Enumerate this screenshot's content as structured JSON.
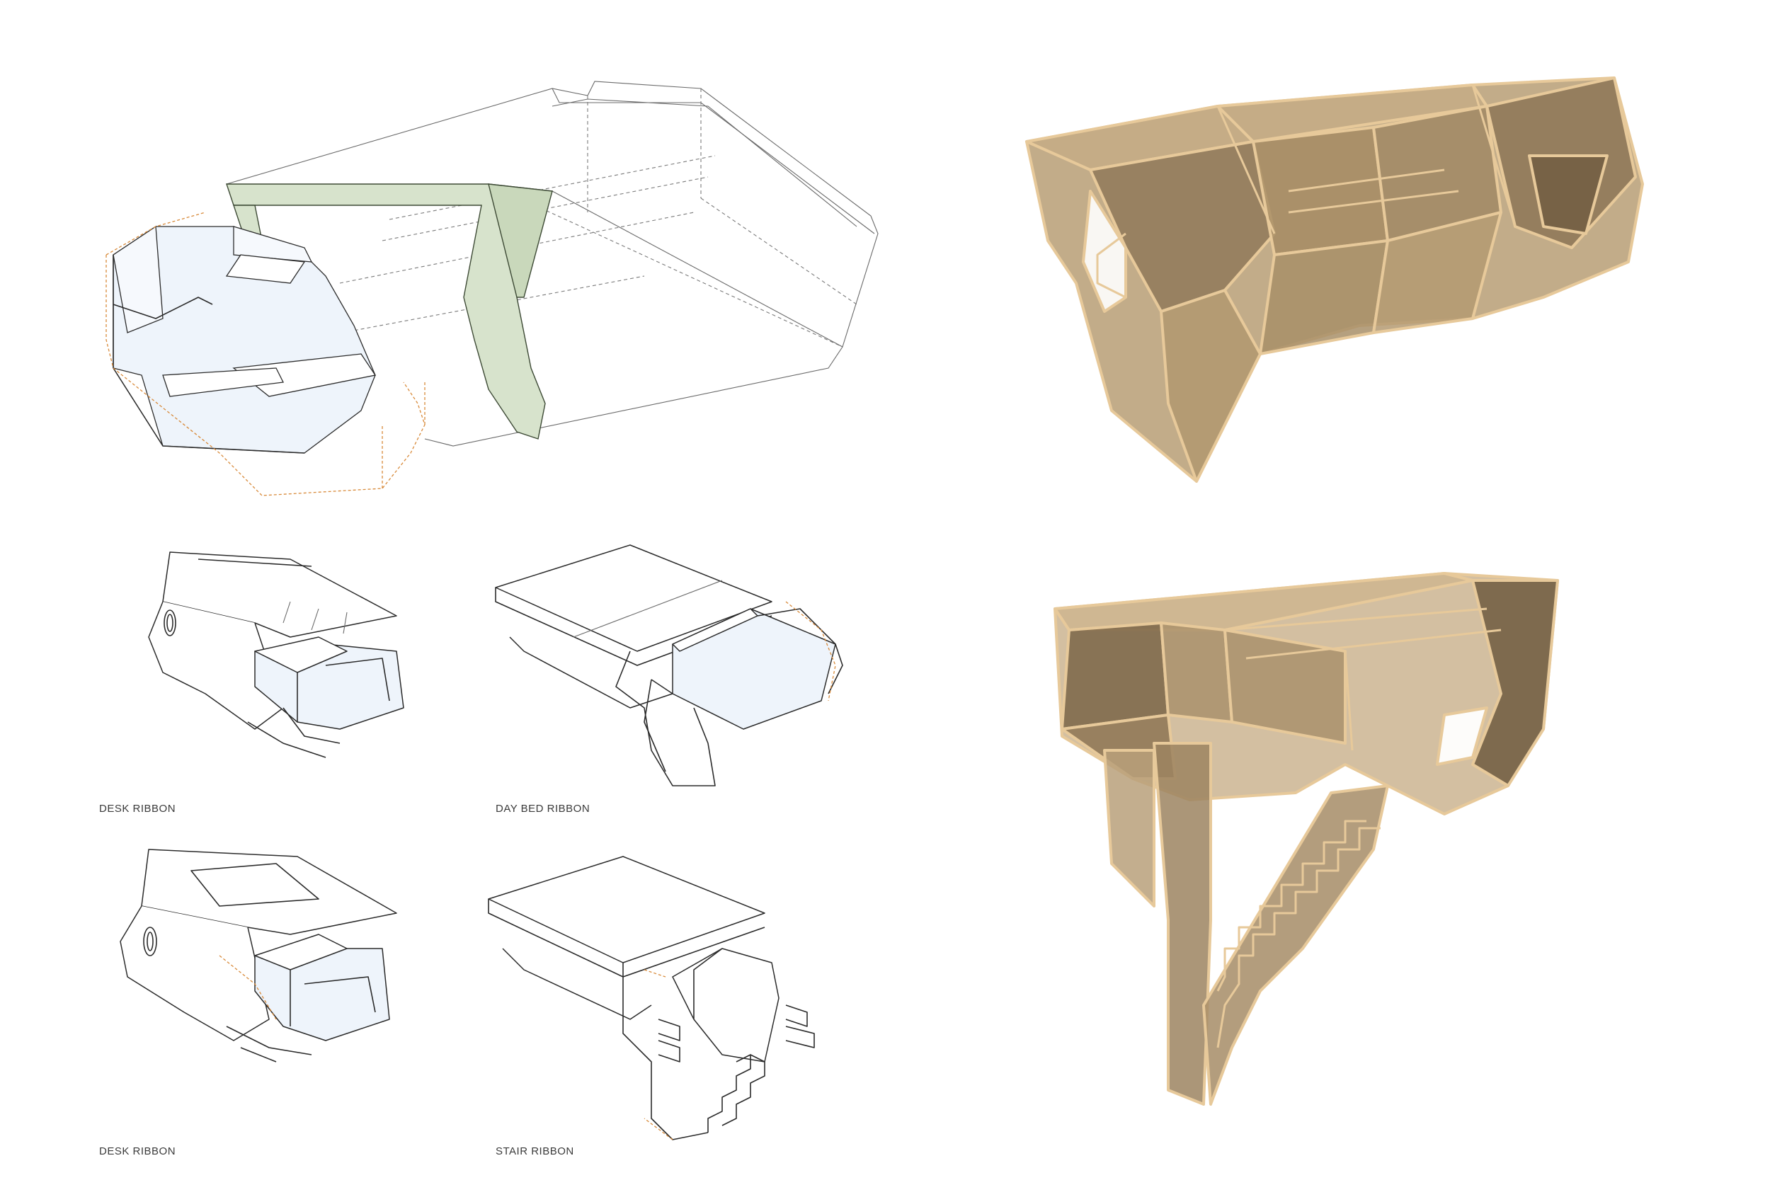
{
  "colors": {
    "background": "#ffffff",
    "line": "#2b2b2b",
    "ribbon_green": "#d7e3cc",
    "interior_blue": "#eef4fb",
    "orange_dashed": "#d88a3a",
    "wood_fill": "#a98e66",
    "wood_edge": "#e7c99a",
    "wood_dark": "#7a6548"
  },
  "panels": [
    {
      "id": "main-wireframe-axonometric",
      "style": "line drawing with green ribbon and blue interior"
    },
    {
      "id": "desk-ribbon-1",
      "style": "line drawing"
    },
    {
      "id": "day-bed-ribbon",
      "style": "line drawing"
    },
    {
      "id": "desk-ribbon-2",
      "style": "line drawing"
    },
    {
      "id": "stair-ribbon",
      "style": "line drawing"
    },
    {
      "id": "translucent-model-top",
      "style": "translucent wood render"
    },
    {
      "id": "translucent-model-bottom",
      "style": "translucent wood render"
    }
  ],
  "captions": {
    "desk_ribbon_1": "DESK RIBBON",
    "day_bed_ribbon": "DAY BED RIBBON",
    "desk_ribbon_2": "DESK RIBBON",
    "stair_ribbon": "STAIR RIBBON"
  }
}
